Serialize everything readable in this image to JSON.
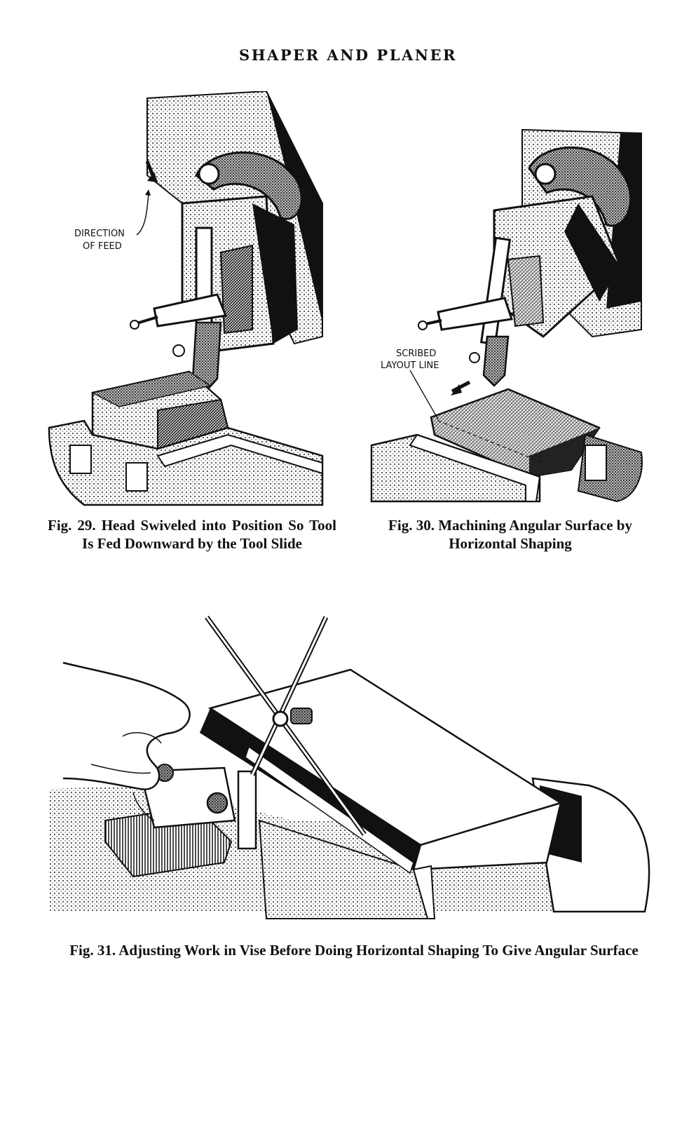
{
  "header": {
    "title": "SHAPER AND PLANER"
  },
  "figures": [
    {
      "caption": "Fig. 29. Head Swiveled into Position So Tool Is Fed Downward by the Tool Slide",
      "labels": [
        "DIRECTION",
        "OF FEED"
      ]
    },
    {
      "caption": "Fig. 30. Machining Angular Surface by Horizontal Shaping",
      "labels": [
        "SCRIBED",
        "LAYOUT LINE"
      ]
    },
    {
      "caption": "Fig. 31. Adjusting Work in Vise Before Doing Horizontal Shaping To Give Angular Surface"
    }
  ]
}
